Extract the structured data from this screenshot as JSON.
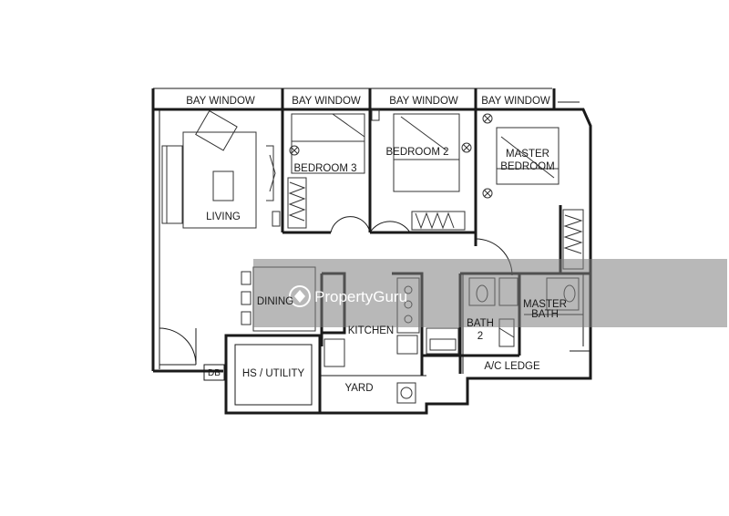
{
  "rooms": {
    "bay_window_living": "BAY WINDOW",
    "bay_window_bedroom3": "BAY WINDOW",
    "bay_window_bedroom2": "BAY WINDOW",
    "bay_window_master": "BAY WINDOW",
    "bedroom3": "BEDROOM 3",
    "bedroom2": "BEDROOM 2",
    "master_bedroom_line1": "MASTER",
    "master_bedroom_line2": "BEDROOM",
    "living": "LIVING",
    "dining": "DINING",
    "kitchen": "KITCHEN",
    "bath2_line1": "BATH",
    "bath2_line2": "2",
    "master_bath_line1": "MASTER",
    "master_bath_line2": "BATH",
    "ac_ledge": "A/C LEDGE",
    "hs_utility": "HS / UTILITY",
    "yard": "YARD",
    "db": "DB"
  },
  "watermark": {
    "text": "PropertyGuru"
  },
  "colors": {
    "watermark_band": "#7d7d7d",
    "wall": "#1a1a1a",
    "background": "#ffffff"
  }
}
